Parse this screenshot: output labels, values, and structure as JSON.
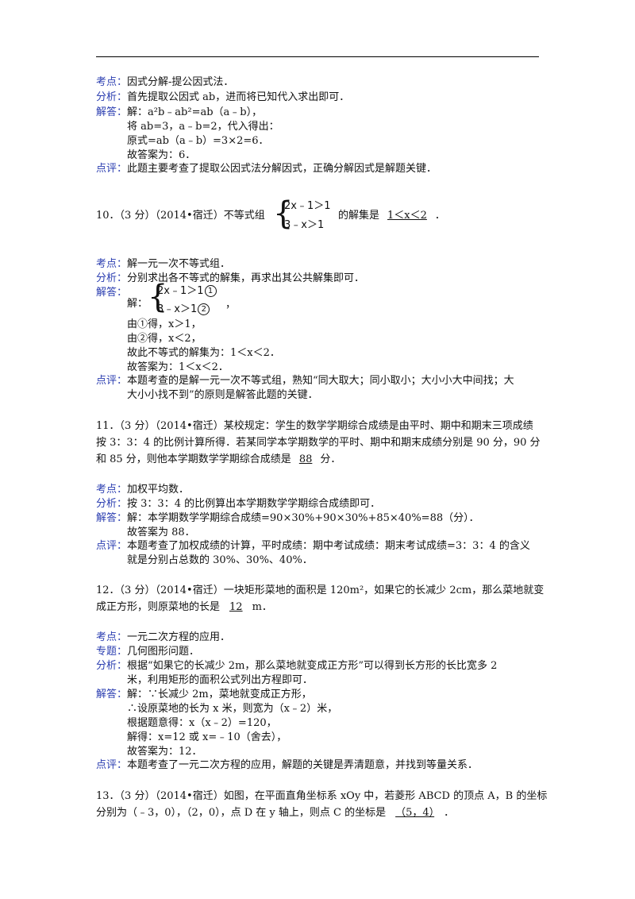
{
  "labels": {
    "kaodian": "考点：",
    "fenxi": "分析：",
    "jieda": "解答：",
    "dianping": "点评：",
    "zhuanti": "专题："
  },
  "q9": {
    "kaodian": "因式分解-提公因式法．",
    "fenxi": "首先提取公因式 ab，进而将已知代入求出即可．",
    "jieda": [
      "解：a²b﹣ab²=ab（a﹣b），",
      "将 ab=3，a﹣b=2，代入得出：",
      "原式=ab（a﹣b）=3×2=6．",
      "故答案为：6．"
    ],
    "dianping": "此题主要考查了提取公因式法分解因式，正确分解因式是解题关键．"
  },
  "q10": {
    "stem_prefix": "10．（3 分）（2014•宿迁）不等式组",
    "system": [
      "2x﹣1＞1",
      "3﹣x＞1"
    ],
    "stem_suffix": "的解集是",
    "answer": "1＜x＜2",
    "stem_end": "．",
    "kaodian": "解一元一次不等式组．",
    "fenxi": "分别求出各不等式的解集，再求出其公共解集即可．",
    "jieda_prefix": "解：",
    "jieda_system": [
      "2x﹣1＞1",
      "3﹣x＞1"
    ],
    "circle_marks": [
      "1",
      "2"
    ],
    "jieda_system_suffix": "，",
    "jieda": [
      "由①得，x＞1，",
      "由②得，x＜2，",
      "故此不等式的解集为：1＜x＜2．",
      "故答案为：1＜x＜2．"
    ],
    "dianping": [
      "本题考查的是解一元一次不等式组，熟知“同大取大；同小取小；大小小大中间找；大",
      "大小小找不到”的原则是解答此题的关键．"
    ]
  },
  "q11": {
    "stem": [
      "11．（3 分）（2014•宿迁）某校规定：学生的数学学期综合成绩是由平时、期中和期末三项成绩",
      "按 3：3：4 的比例计算所得．若某同学本学期数学的平时、期中和期末成绩分别是 90 分，90 分"
    ],
    "stem3_prefix": "和 85 分，则他本学期数学学期综合成绩是",
    "answer": "88",
    "stem3_suffix": "分．",
    "kaodian": "加权平均数．",
    "fenxi": "按 3：3：4 的比例算出本学期数学学期综合成绩即可．",
    "jieda": [
      "解：本学期数学学期综合成绩=90×30%+90×30%+85×40%=88（分）．",
      "故答案为 88．"
    ],
    "dianping": [
      "本题考查了加权成绩的计算，平时成绩：期中考试成绩：期末考试成绩=3：3：4 的含义",
      "就是分别占总数的 30%、30%、40%．"
    ]
  },
  "q12": {
    "stem1": "12．（3 分）（2014•宿迁）一块矩形菜地的面积是 120m²，如果它的长减少 2cm，那么菜地就变",
    "stem2_prefix": "成正方形，则原菜地的长是",
    "answer": "12",
    "stem2_suffix": "m．",
    "kaodian": "一元二次方程的应用．",
    "zhuanti": "几何图形问题．",
    "fenxi": [
      "根据“如果它的长减少 2m，那么菜地就变成正方形”可以得到长方形的长比宽多 2",
      "米，利用矩形的面积公式列出方程即可．"
    ],
    "jieda": [
      "解：∵长减少 2m，菜地就变成正方形，",
      "∴设原菜地的长为 x 米，则宽为（x﹣2）米，",
      "根据题意得：x（x﹣2）=120，",
      "解得：x=12 或 x=﹣10（舍去），",
      "故答案为：12．"
    ],
    "dianping": "本题考查了一元二次方程的应用，解题的关键是弄清题意，并找到等量关系．"
  },
  "q13": {
    "stem1": "13．（3 分）（2014•宿迁）如图，在平面直角坐标系 xOy 中，若菱形 ABCD 的顶点 A，B 的坐标",
    "stem2_prefix": "分别为（﹣3，0），（2，0），点 D 在 y 轴上，则点 C 的坐标是",
    "answer": "（5，4）",
    "stem2_suffix": "．"
  }
}
